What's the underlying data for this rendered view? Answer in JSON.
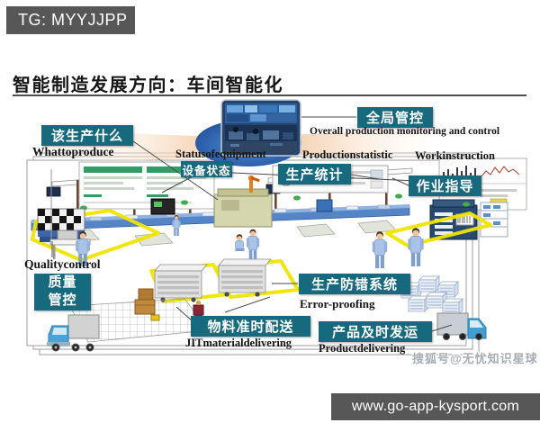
{
  "page": {
    "badge": "TG: MYYJJPP",
    "title": "智能制造发展方向：车间智能化",
    "watermark": "搜狐号@无忧知识星球",
    "footer_url": "www.go-app-kysport.com"
  },
  "callouts": {
    "what_to_produce": {
      "zh": "该生产什么",
      "en": "Whattoproduce"
    },
    "equipment_status": {
      "zh": "设备状态",
      "en": "Statusofequipment"
    },
    "global_control": {
      "zh": "全局管控",
      "en": "Overall production monitoring and control"
    },
    "production_statistic": {
      "zh": "生产统计",
      "en": "Productionstatistic"
    },
    "work_instruction": {
      "zh": "作业指导",
      "en": "Workinstruction"
    },
    "quality_control": {
      "zh1": "质量",
      "zh2": "管控",
      "en": "Qualitycontrol"
    },
    "error_proofing": {
      "zh": "生产防错系统",
      "en": "Error-proofing"
    },
    "jit_material_delivering": {
      "zh": "物料准时配送",
      "en": "JITmaterialdelivering"
    },
    "product_delivering": {
      "zh": "产品及时发运",
      "en": "Productdelivering"
    }
  },
  "colors": {
    "callout_teal": "#17697E",
    "bar_gray": "#575757",
    "lane_yellow": "#F0E400",
    "ellipse_blue": "#1E4F93",
    "beam_peach": "#F5CFAC"
  }
}
